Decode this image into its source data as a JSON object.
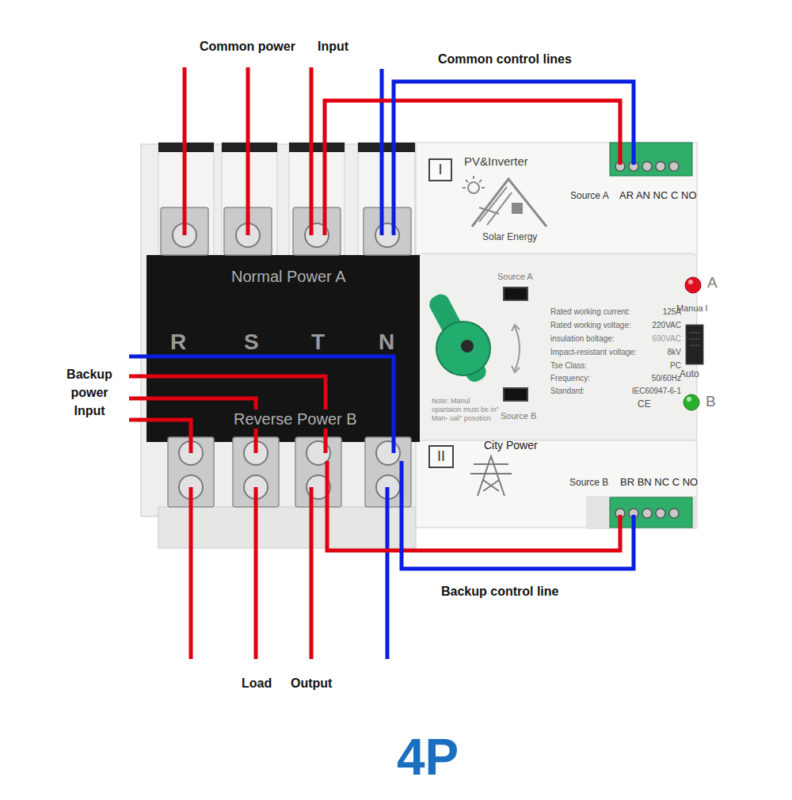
{
  "diagram": {
    "caption": "4P",
    "nodes": [
      {
        "text": [
          "I"
        ]
      },
      {
        "text": [
          "II"
        ]
      }
    ],
    "labels": [
      "Common power",
      "Input",
      "Common control lines",
      "PV&Inverter",
      "Source A",
      "AR AN NC C NO",
      "Solar Energy",
      "Normal Power A",
      "Source A",
      "A",
      "Manua l",
      "Rated working current:",
      "125A",
      "Rated working voltage:",
      "220VAC",
      "insulation boltage:",
      "690VAC",
      "Impact-resistant voltage:",
      "8kV",
      "Tse Class:",
      "PC",
      "Frequency:",
      "50/60Hz",
      "Standard:",
      "IEC60947-6-1",
      "R",
      "S",
      "T",
      "N",
      "Auto",
      "Backup power Input",
      "B",
      "Note: Manul opartaion must be in\" Man- ual\" posotion",
      "CE",
      "Source B",
      "Reverse Power B",
      "City Power",
      "Source B",
      "BR BN NC C NO",
      "Backup control line",
      "Load",
      "Output"
    ]
  }
}
